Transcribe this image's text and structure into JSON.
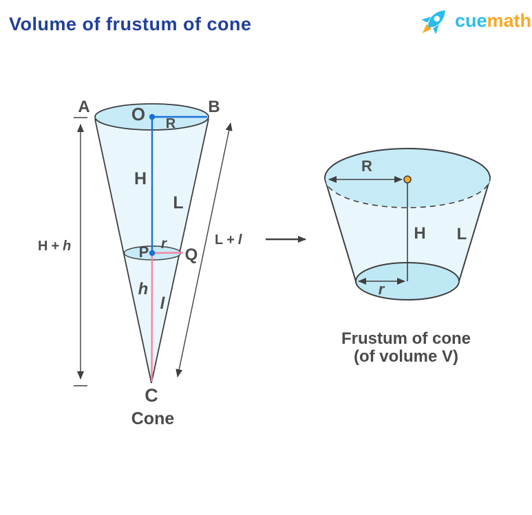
{
  "title": "Volume of frustum of cone",
  "logo": {
    "icon": "rocket-icon",
    "cue": "cue",
    "math": "math"
  },
  "colors": {
    "title_blue": "#21409A",
    "label_gray": "#4D4D4D",
    "line_dark": "#3F3F3F",
    "fill_cyan": "#C6EBF7",
    "fill_light": "#E9F7FD",
    "line_blue": "#1C6FD9",
    "line_pink": "#F9849E",
    "dot_orange": "#F9A825",
    "logo_cue": "#2BBCEE",
    "logo_math": "#F9A825"
  },
  "cone": {
    "caption": "Cone",
    "points": {
      "A": "A",
      "B": "B",
      "O": "O",
      "P": "P",
      "Q": "Q",
      "C": "C"
    },
    "dims": {
      "R": "R",
      "H": "H",
      "L": "L",
      "r": "r",
      "h": "h",
      "l": "l"
    },
    "measure_height": {
      "first": "H",
      "plus": "+",
      "second": "h"
    },
    "measure_slant": {
      "first": "L",
      "plus": "+",
      "second": "l"
    }
  },
  "frustum": {
    "caption_line1": "Frustum of cone",
    "caption_line2": "(of volume V)",
    "dims": {
      "R": "R",
      "H": "H",
      "L": "L",
      "r": "r"
    }
  }
}
